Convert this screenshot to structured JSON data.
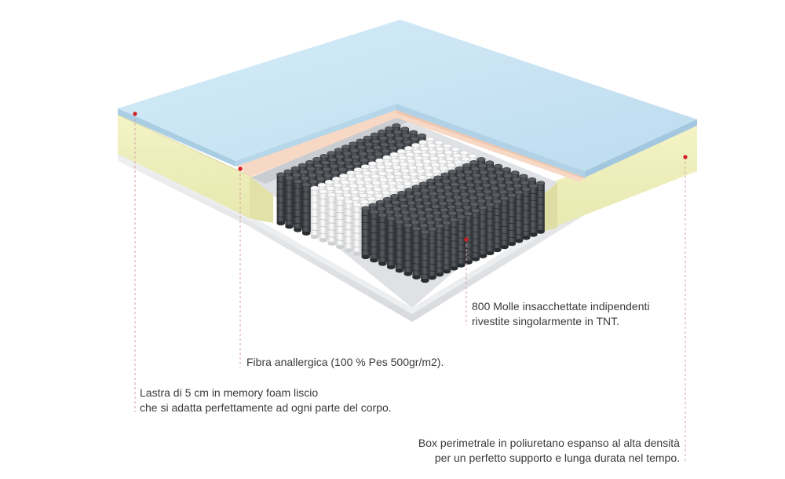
{
  "annotations": {
    "springs": {
      "line1": "800 Molle insacchettate indipendenti",
      "line2": "rivestite singolarmente in TNT."
    },
    "fiber": {
      "line1": "Fibra anallergica  (100 % Pes 500gr/m2)."
    },
    "memory_foam": {
      "line1": "Lastra di 5 cm in memory foam liscio",
      "line2": "che si adatta perfettamente ad ogni parte del corpo."
    },
    "box": {
      "line1": "Box perimetrale in poliuretano espanso al alta densità",
      "line2": "per un perfetto supporto e lunga durata nel tempo."
    }
  },
  "colors": {
    "memory_foam": "#bfe0f2",
    "perimeter_box": "#f0f0bc",
    "fiber": "#f7d8c4",
    "springs_dark": "#45484c",
    "springs_white": "#f2f2f2",
    "base": "#e8eaec",
    "leader_line": "#d9a0a0",
    "marker": "#d21e24"
  }
}
